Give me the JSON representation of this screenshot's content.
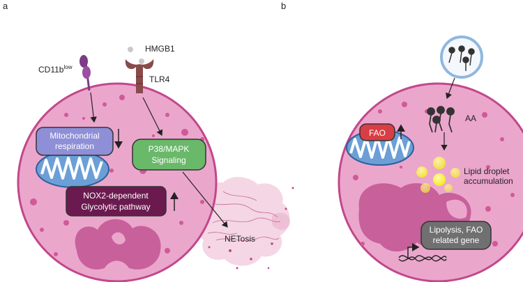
{
  "panels": {
    "a": {
      "letter": "a",
      "labels": {
        "cd11b": "CD11b",
        "cd11b_sup": "low",
        "hmgb1": "HMGB1",
        "tlr4": "TLR4",
        "netosis": "NETosis"
      },
      "boxes": {
        "mito_line1": "Mitochondrial",
        "mito_line2": "respiration",
        "p38_line1": "P38/MAPK",
        "p38_line2": "Signaling",
        "nox2_line1": "NOX2-dependent",
        "nox2_line2": "Glycolytic pathway"
      }
    },
    "b": {
      "letter": "b",
      "labels": {
        "aa": "AA",
        "lipid_line1": "Lipid droplet",
        "lipid_line2": "accumulation"
      },
      "boxes": {
        "fao": "FAO",
        "lipolysis_line1": "Lipolysis, FAO",
        "lipolysis_line2": "related gene"
      }
    }
  },
  "colors": {
    "cell_fill": "#eba6cc",
    "cell_stroke": "#c2478a",
    "nucleus": "#c8609c",
    "granule": "#cf5a98",
    "mito_fill": "#6b9fd6",
    "mito_stroke": "#2f5f99",
    "mito_box": "#8e8fd6",
    "p38_box": "#6ab86a",
    "nox2_box": "#6b1a4f",
    "fao_box": "#d83e44",
    "lipolysis_box": "#707070",
    "receptor_cd11b": "#7d3a86",
    "receptor_tlr4": "#8a4a4a",
    "lipid_droplet": "#f5ec2a"
  }
}
